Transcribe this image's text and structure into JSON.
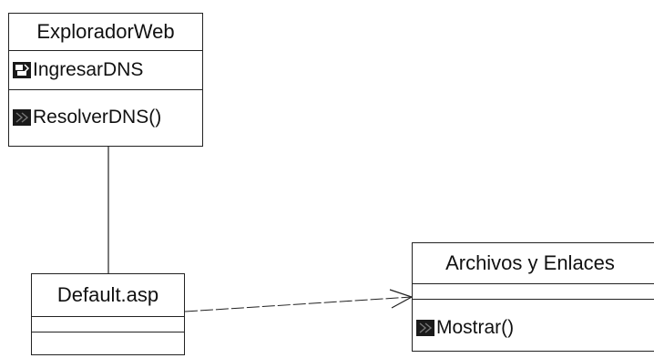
{
  "classes": {
    "explorador": {
      "name": "ExploradorWeb",
      "attributes": [
        {
          "label": "IngresarDNS",
          "icon": "attribute-icon"
        }
      ],
      "operations": [
        {
          "label": "ResolverDNS()",
          "icon": "operation-icon"
        }
      ]
    },
    "default_asp": {
      "name": "Default.asp",
      "attributes": [],
      "operations": []
    },
    "archivos": {
      "name": "Archivos y Enlaces",
      "attributes": [],
      "operations": [
        {
          "label": "Mostrar()",
          "icon": "operation-icon"
        }
      ]
    }
  },
  "relations": [
    {
      "from": "explorador",
      "to": "default_asp",
      "kind": "association"
    },
    {
      "from": "default_asp",
      "to": "archivos",
      "kind": "dependency"
    }
  ],
  "colors": {
    "line": "#222222",
    "icon": "#1a1a1a"
  }
}
